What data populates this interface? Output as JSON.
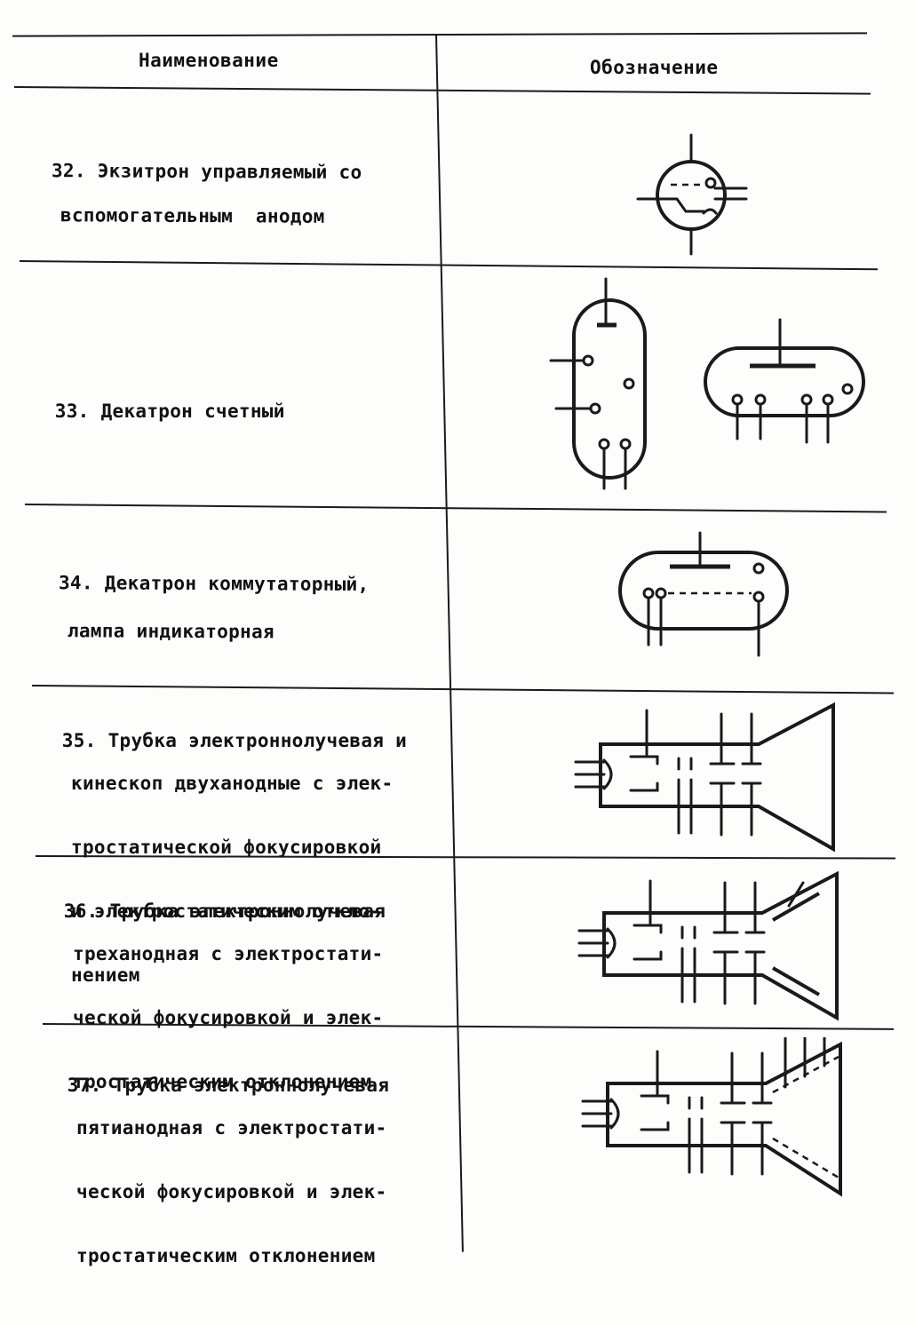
{
  "table": {
    "headers": {
      "name": "Наименование",
      "designation": "Обозначение"
    },
    "rows": [
      {
        "number": "32.",
        "lines": [
          "Экзитрон управляемый со",
          "вспомогательным  анодом"
        ],
        "symbol_icon": "excitron-with-auxiliary-anode-symbol"
      },
      {
        "number": "33.",
        "lines": [
          "Декатрон счетный"
        ],
        "symbol_icon": "counting-dekatron-symbol"
      },
      {
        "number": "34.",
        "lines": [
          "Декатрон коммутаторный,",
          "лампа индикаторная"
        ],
        "symbol_icon": "switching-dekatron-indicator-lamp-symbol"
      },
      {
        "number": "35.",
        "lines": [
          "Трубка электроннолучевая и",
          "кинескоп двуханодные с элек-",
          "тростатической фокусировкой",
          "и электростатическим откло-",
          "нением"
        ],
        "symbol_icon": "two-anode-crt-symbol"
      },
      {
        "number": "36.",
        "lines": [
          "Трубка электроннолучевая",
          "трехaнодная с электростати-",
          "ческой фокусировкой и элек-",
          "тростатическим отклонением"
        ],
        "symbol_icon": "three-anode-crt-symbol"
      },
      {
        "number": "37.",
        "lines": [
          "Трубка электроннолучевая",
          "пятианодная с электростати-",
          "ческой фокусировкой и элек-",
          "тростатическим отклонением"
        ],
        "symbol_icon": "five-anode-crt-symbol"
      }
    ]
  }
}
